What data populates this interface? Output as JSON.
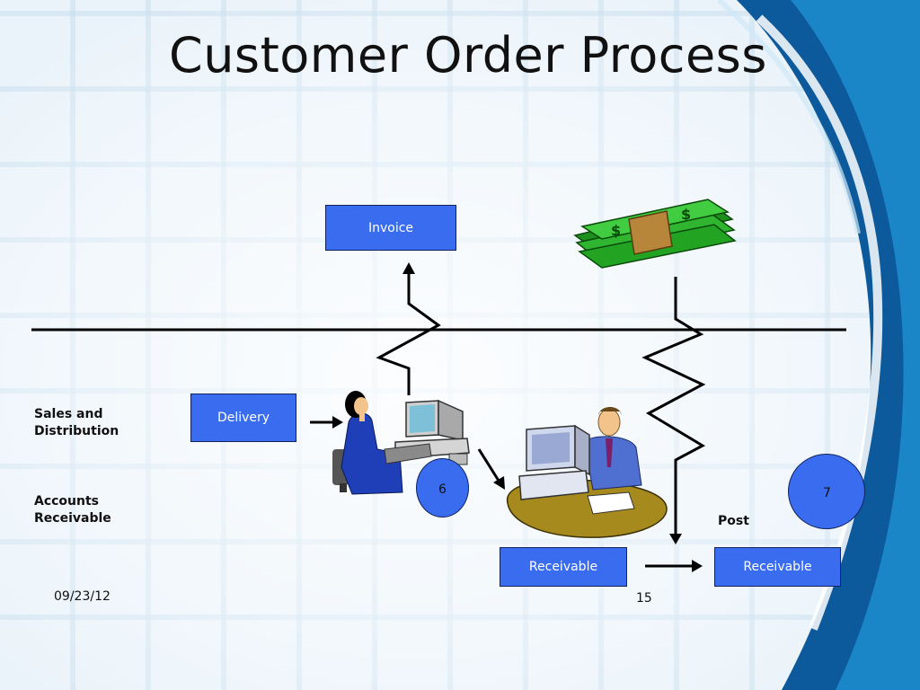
{
  "slide": {
    "title": "Customer Order Process",
    "date": "09/23/12",
    "page_number": "15"
  },
  "lanes": {
    "top": "Sales and\nDistribution",
    "bottom": "Accounts\nReceivable"
  },
  "boxes": {
    "invoice": "Invoice",
    "delivery": "Delivery",
    "receivable_1": "Receivable",
    "receivable_2": "Receivable"
  },
  "steps": {
    "step_6": "6",
    "step_7": "7"
  },
  "labels": {
    "post": "Post"
  },
  "colors": {
    "box_fill": "#3a6cf0",
    "swoosh_dark": "#0c5a9c",
    "swoosh_light": "#38a7dd"
  },
  "icons": [
    "money-stack-icon",
    "woman-at-computer-icon",
    "man-at-desk-icon"
  ]
}
